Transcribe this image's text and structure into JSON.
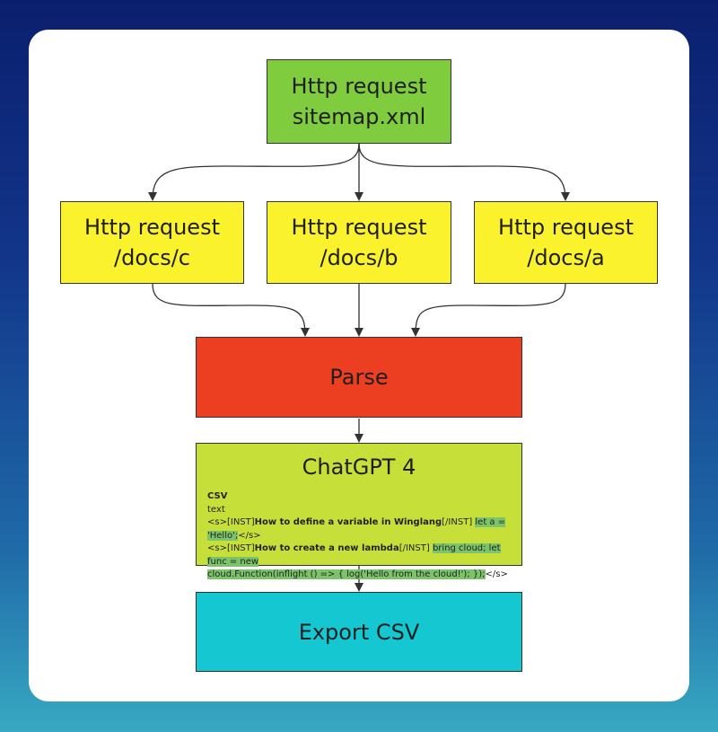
{
  "nodes": {
    "sitemap": {
      "line1": "Http request",
      "line2": "sitemap.xml"
    },
    "docs_c": {
      "line1": "Http request",
      "line2": "/docs/c"
    },
    "docs_b": {
      "line1": "Http request",
      "line2": "/docs/b"
    },
    "docs_a": {
      "line1": "Http request",
      "line2": "/docs/a"
    },
    "parse": {
      "label": "Parse"
    },
    "chatgpt": {
      "title": "ChatGPT 4",
      "csv_header": "CSV",
      "csv_type": "text",
      "row1": {
        "open": "<s>[INST]",
        "question": "How to define a variable in Winglang",
        "close": "[/INST]",
        "answer": "let a = 'Hello';",
        "end": "</s>"
      },
      "row2": {
        "open": "<s>[INST]",
        "question": "How to create a new lambda",
        "close": "[/INST]",
        "answer_part1": "bring cloud; let func = new",
        "answer_part2": "cloud.Function(inflight () => { log('Hello from the cloud!'); });",
        "end": "</s>"
      }
    },
    "export": {
      "label": "Export CSV"
    }
  },
  "colors": {
    "sitemap": "#7fcc3f",
    "request": "#fbf22e",
    "parse": "#ec3f22",
    "chatgpt": "#c6e039",
    "export": "#14c7d0",
    "highlight": "#7cc46a"
  }
}
